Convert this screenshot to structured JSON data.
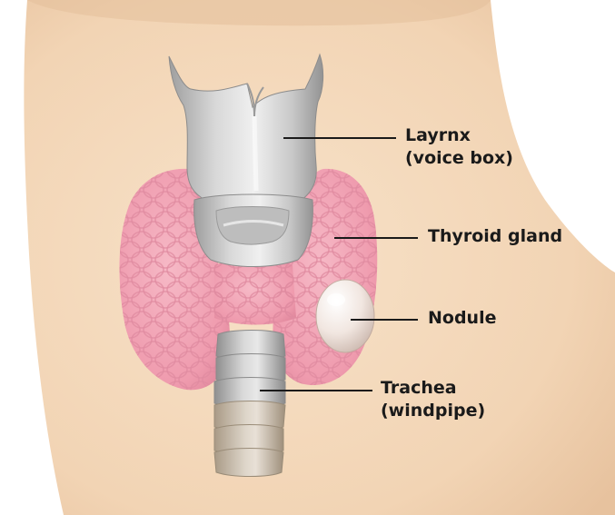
{
  "diagram": {
    "labels": {
      "larynx_line1": "Layrnx",
      "larynx_line2": "(voice box)",
      "thyroid": "Thyroid gland",
      "nodule": "Nodule",
      "trachea_line1": "Trachea",
      "trachea_line2": "(windpipe)"
    }
  },
  "colors": {
    "skin": "#f3d9bd",
    "skin_shadow": "#e9c6a3",
    "thyroid": "#f2a0b2",
    "thyroid_dark": "#df7f98",
    "cartilage": "#d4d4d4",
    "cartilage_dark": "#a9a9a9",
    "nodule": "#f1e6df",
    "leader_line": "#1a1a1a"
  }
}
